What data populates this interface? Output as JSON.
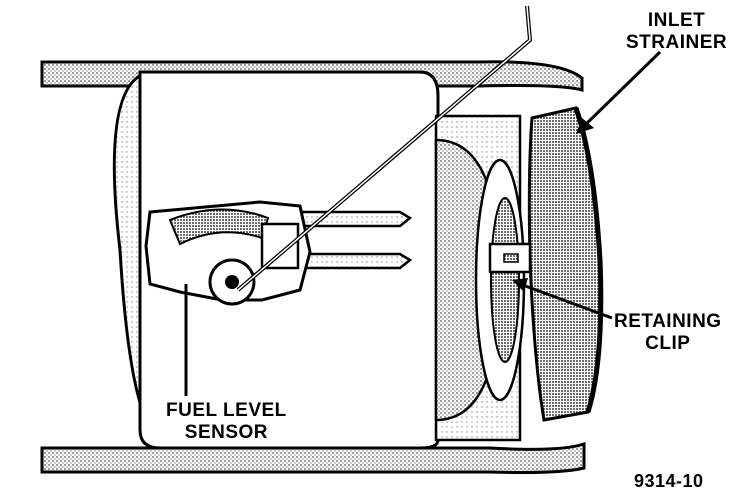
{
  "labels": {
    "inlet_strainer": [
      "INLET",
      "STRAINER"
    ],
    "retaining_clip": [
      "RETAINING",
      "CLIP"
    ],
    "fuel_level_sensor": [
      "FUEL LEVEL",
      "SENSOR"
    ]
  },
  "figure_number": "9314-10"
}
